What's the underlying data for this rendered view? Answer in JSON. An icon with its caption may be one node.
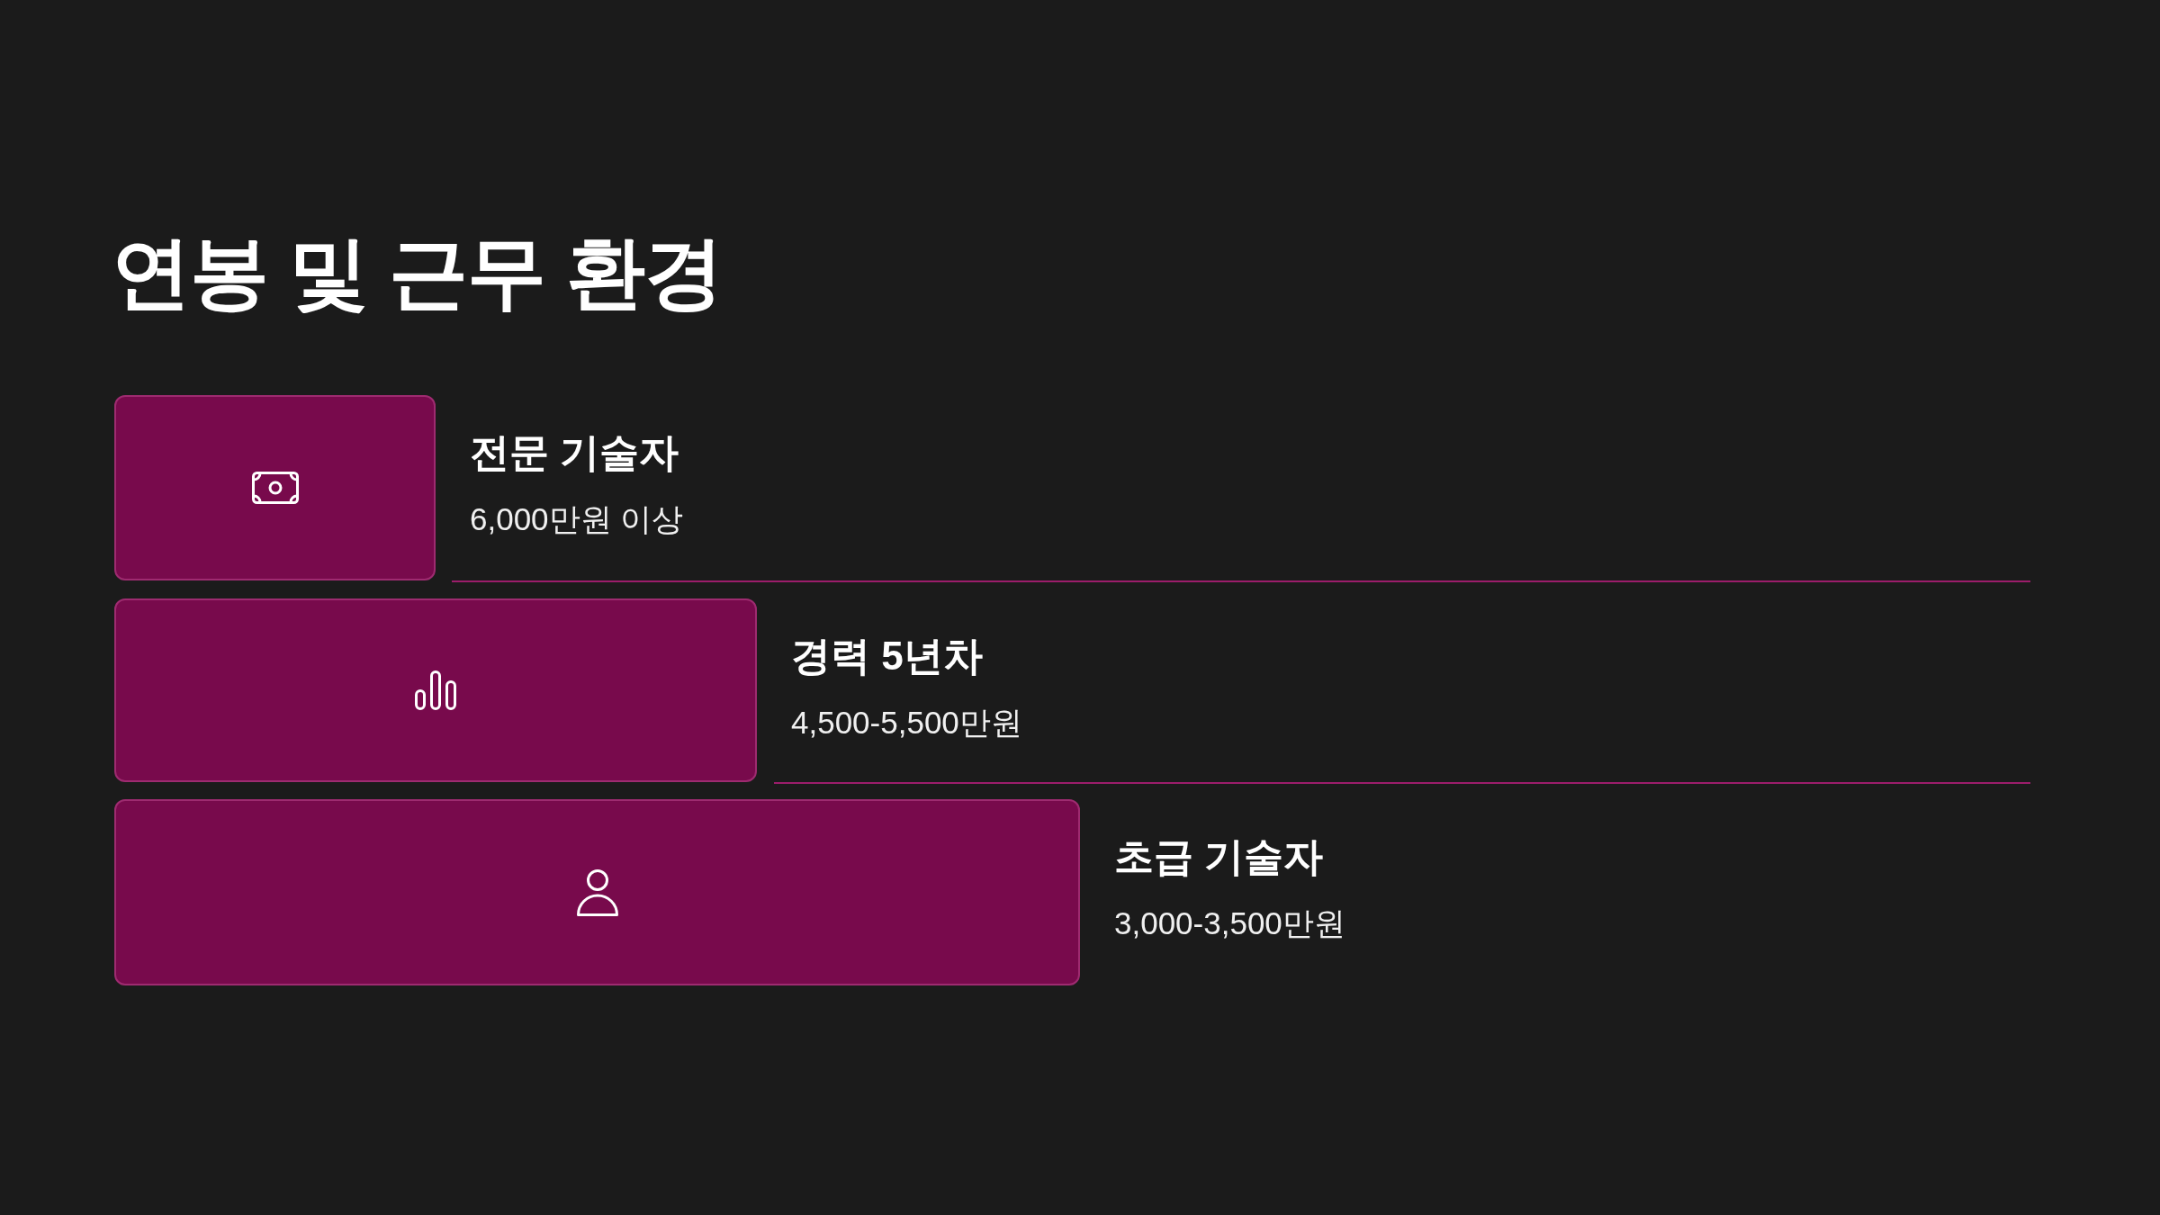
{
  "diagram": {
    "title": "연봉 및 근무 환경",
    "nodes": [
      {
        "text": [],
        "shape": "bar",
        "beside": [
          "전문 기술자",
          "6,000만원 이상"
        ]
      },
      {
        "text": [],
        "shape": "bar",
        "beside": [
          "경력 5년차",
          "4,500-5,500만원"
        ]
      },
      {
        "text": [],
        "shape": "bar",
        "beside": [
          "초급 기술자",
          "3,000-3,500만원"
        ]
      }
    ]
  }
}
